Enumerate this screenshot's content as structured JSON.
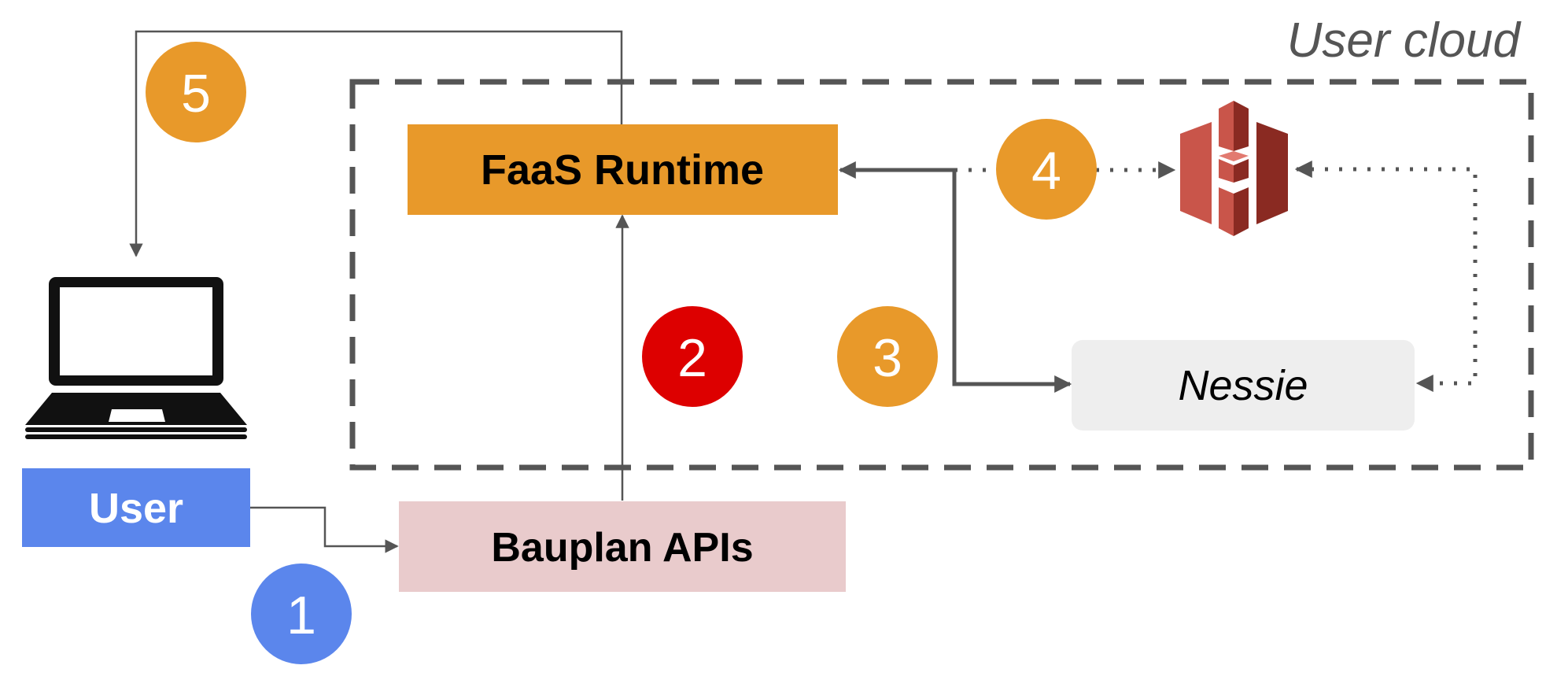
{
  "cloud_label": "User cloud",
  "nodes": {
    "faas": "FaaS Runtime",
    "bauplan": "Bauplan APIs",
    "nessie": "Nessie",
    "user": "User"
  },
  "steps": [
    "1",
    "2",
    "3",
    "4",
    "5"
  ],
  "colors": {
    "orange": "#E8992A",
    "red": "#DD0000",
    "blue": "#5B86EC",
    "pink": "#E9CBCC",
    "nessie_bg": "#EEEEEE",
    "line": "#555555",
    "bucket_light": "#C9554A",
    "bucket_dark": "#8A2A22"
  },
  "icons": {
    "laptop": "laptop-icon",
    "storage": "s3-bucket-icon"
  }
}
